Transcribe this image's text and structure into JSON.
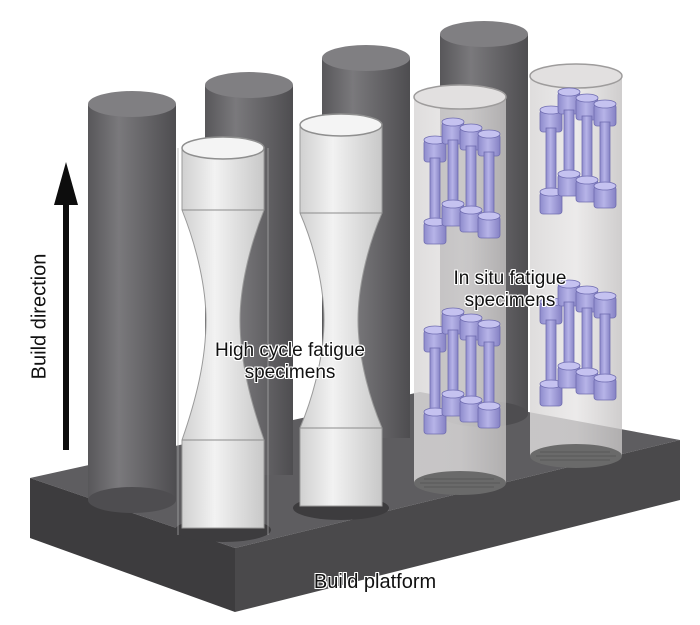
{
  "labels": {
    "build_direction": "Build direction",
    "high_cycle_line1": "High cycle fatigue",
    "high_cycle_line2": "specimens",
    "in_situ_line1": "In situ fatigue",
    "in_situ_line2": "specimens",
    "build_platform": "Build platform"
  },
  "colors": {
    "platform_top": "#5b5a5c",
    "platform_front": "#3f3e40",
    "platform_side": "#2f2e30",
    "solid_cylinder": "#6f6e71",
    "solid_cylinder_dark": "#545356",
    "glass_cylinder": "#d6d4d4",
    "hcf_specimen": "#e4e4e4",
    "in_situ_specimen": "#a9a6dc",
    "in_situ_specimen_dark": "#7f7cc0",
    "arrow": "#0d0d0d"
  }
}
